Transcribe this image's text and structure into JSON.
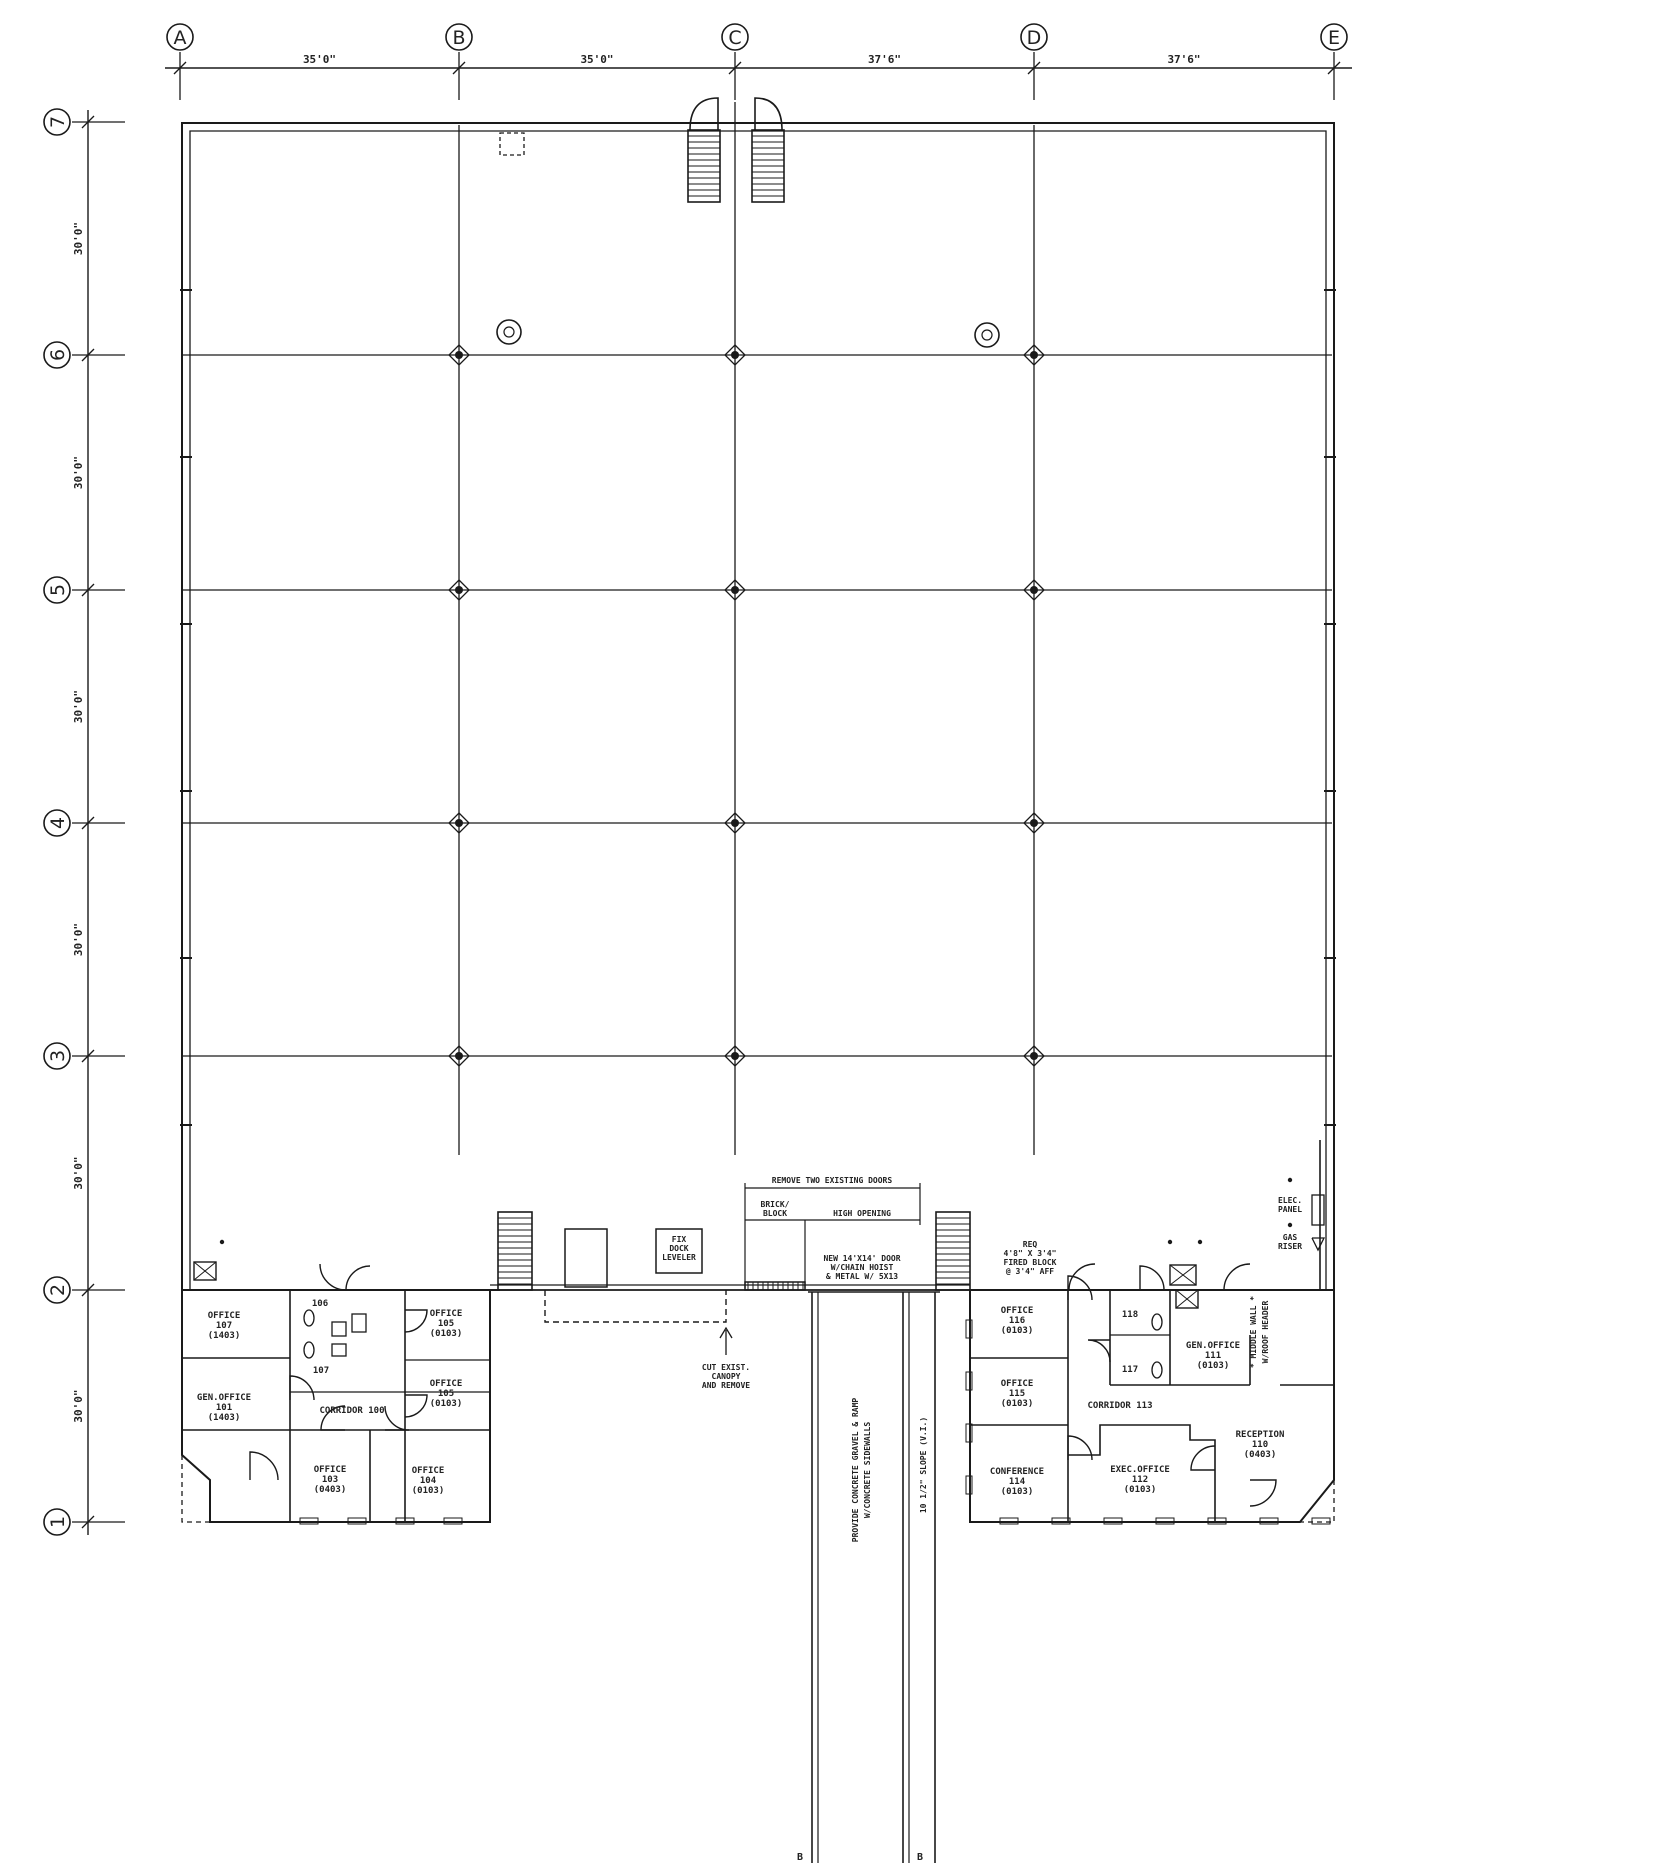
{
  "grid": {
    "columns": [
      "A",
      "B",
      "C",
      "D",
      "E"
    ],
    "rows": [
      "7",
      "6",
      "5",
      "4",
      "3",
      "2",
      "1"
    ],
    "col_spacings": [
      "35'0\"",
      "35'0\"",
      "37'6\"",
      "37'6\""
    ],
    "row_spacings": [
      "30'0\"",
      "30'0\"",
      "30'0\"",
      "30'0\"",
      "30'0\"",
      "30'0\""
    ]
  },
  "west_wing": {
    "rooms": [
      {
        "name": "OFFICE",
        "num": "107",
        "code": "(1403)"
      },
      {
        "name": "",
        "num": "106",
        "code": ""
      },
      {
        "name": "OFFICE",
        "num": "105",
        "code": "(0103)"
      },
      {
        "name": "",
        "num": "107",
        "code": ""
      },
      {
        "name": "OFFICE",
        "num": "105",
        "code": "(0103)"
      },
      {
        "name": "GEN.OFFICE",
        "num": "101",
        "code": "(1403)"
      },
      {
        "name": "CORRIDOR 100",
        "num": "",
        "code": ""
      },
      {
        "name": "OFFICE",
        "num": "103",
        "code": "(0403)"
      },
      {
        "name": "OFFICE",
        "num": "104",
        "code": "(0103)"
      }
    ]
  },
  "east_wing": {
    "rooms": [
      {
        "name": "OFFICE",
        "num": "116",
        "code": "(0103)"
      },
      {
        "name": "",
        "num": "118",
        "code": ""
      },
      {
        "name": "GEN.OFFICE",
        "num": "111",
        "code": "(0103)"
      },
      {
        "name": "",
        "num": "117",
        "code": ""
      },
      {
        "name": "OFFICE",
        "num": "115",
        "code": "(0103)"
      },
      {
        "name": "CORRIDOR 113",
        "num": "",
        "code": ""
      },
      {
        "name": "RECEPTION",
        "num": "110",
        "code": "(0403)"
      },
      {
        "name": "CONFERENCE",
        "num": "114",
        "code": "(0103)"
      },
      {
        "name": "EXEC.OFFICE",
        "num": "112",
        "code": "(0103)"
      }
    ]
  },
  "notes": {
    "remove_doors": "REMOVE TWO EXISTING DOORS",
    "brick_block": [
      "BRICK/",
      "BLOCK"
    ],
    "high_opening": "HIGH OPENING",
    "new_door": [
      "NEW 14'X14' DOOR",
      "W/CHAIN HOIST",
      "& METAL W/ 5X13"
    ],
    "fix_dock": [
      "FIX",
      "DOCK",
      "LEVELER"
    ],
    "cut_canopy": [
      "CUT EXIST.",
      "CANOPY",
      "AND REMOVE"
    ],
    "ramp": [
      "PROVIDE CONCRETE GRAVEL & RAMP",
      "W/CONCRETE SIDEWALLS"
    ],
    "slope": "10 1/2\" SLOPE (V.I.)",
    "fire_block": [
      "REQ",
      "4'8\" X 3'4\"",
      "FIRED BLOCK",
      "@ 3'4\" AFF"
    ],
    "wall_note": [
      "* MIDDLE WALL *",
      "W/ROOF HEADER"
    ],
    "elec_panel": [
      "ELEC.",
      "PANEL"
    ],
    "gas_riser": [
      "GAS",
      "RISER"
    ],
    "section_mark": "B"
  }
}
